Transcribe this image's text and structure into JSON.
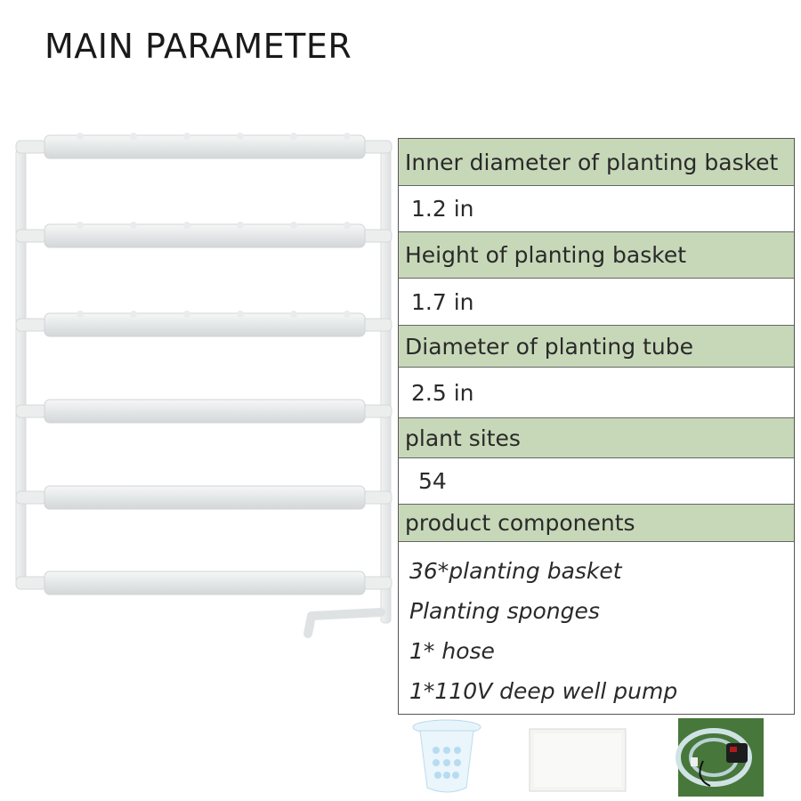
{
  "page": {
    "title": "MAIN PARAMETER"
  },
  "specs": [
    {
      "label": "Inner diameter of planting basket",
      "value": "1.2 in"
    },
    {
      "label": "Height of planting basket",
      "value": "1.7 in"
    },
    {
      "label": "Diameter of planting tube",
      "value": "2.5 in"
    },
    {
      "label": "plant sites",
      "value": "54"
    }
  ],
  "components": {
    "label": "product components",
    "items": [
      "36*planting basket",
      "Planting sponges",
      "1* hose",
      "1*110V deep well pump"
    ]
  },
  "colors": {
    "header_bg": "#c7d8b8",
    "border": "#555555",
    "rack": "#eef0f0"
  },
  "icons": [
    "planting-basket-icon",
    "sponge-icon",
    "pump-hose-icon"
  ]
}
